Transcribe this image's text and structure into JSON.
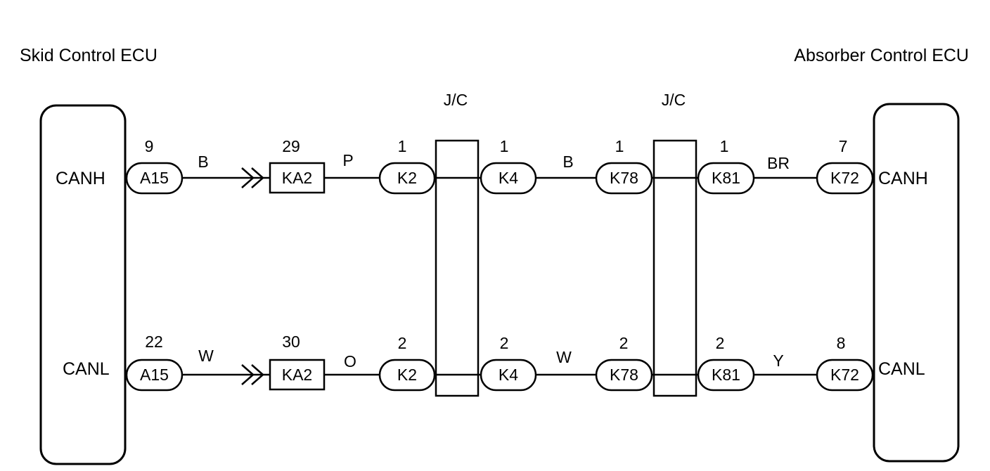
{
  "ecus": {
    "left": {
      "title": "Skid Control ECU",
      "pins": [
        "CANH",
        "CANL"
      ]
    },
    "right": {
      "title": "Absorber Control ECU",
      "pins": [
        "CANH",
        "CANL"
      ]
    }
  },
  "junction_connectors": [
    {
      "label": "J/C"
    },
    {
      "label": "J/C"
    }
  ],
  "lines": [
    {
      "signal": "CANH",
      "connectors": [
        {
          "id": "A15",
          "pin": "9"
        },
        {
          "id": "KA2",
          "pin": "29"
        },
        {
          "id": "K2",
          "pin": "1"
        },
        {
          "id": "K4",
          "pin": "1"
        },
        {
          "id": "K78",
          "pin": "1"
        },
        {
          "id": "K81",
          "pin": "1"
        },
        {
          "id": "K72",
          "pin": "7"
        }
      ],
      "wire_colors": [
        "B",
        "P",
        "B",
        "BR"
      ]
    },
    {
      "signal": "CANL",
      "connectors": [
        {
          "id": "A15",
          "pin": "22"
        },
        {
          "id": "KA2",
          "pin": "30"
        },
        {
          "id": "K2",
          "pin": "2"
        },
        {
          "id": "K4",
          "pin": "2"
        },
        {
          "id": "K78",
          "pin": "2"
        },
        {
          "id": "K81",
          "pin": "2"
        },
        {
          "id": "K72",
          "pin": "8"
        }
      ],
      "wire_colors": [
        "W",
        "O",
        "W",
        "Y"
      ]
    }
  ]
}
